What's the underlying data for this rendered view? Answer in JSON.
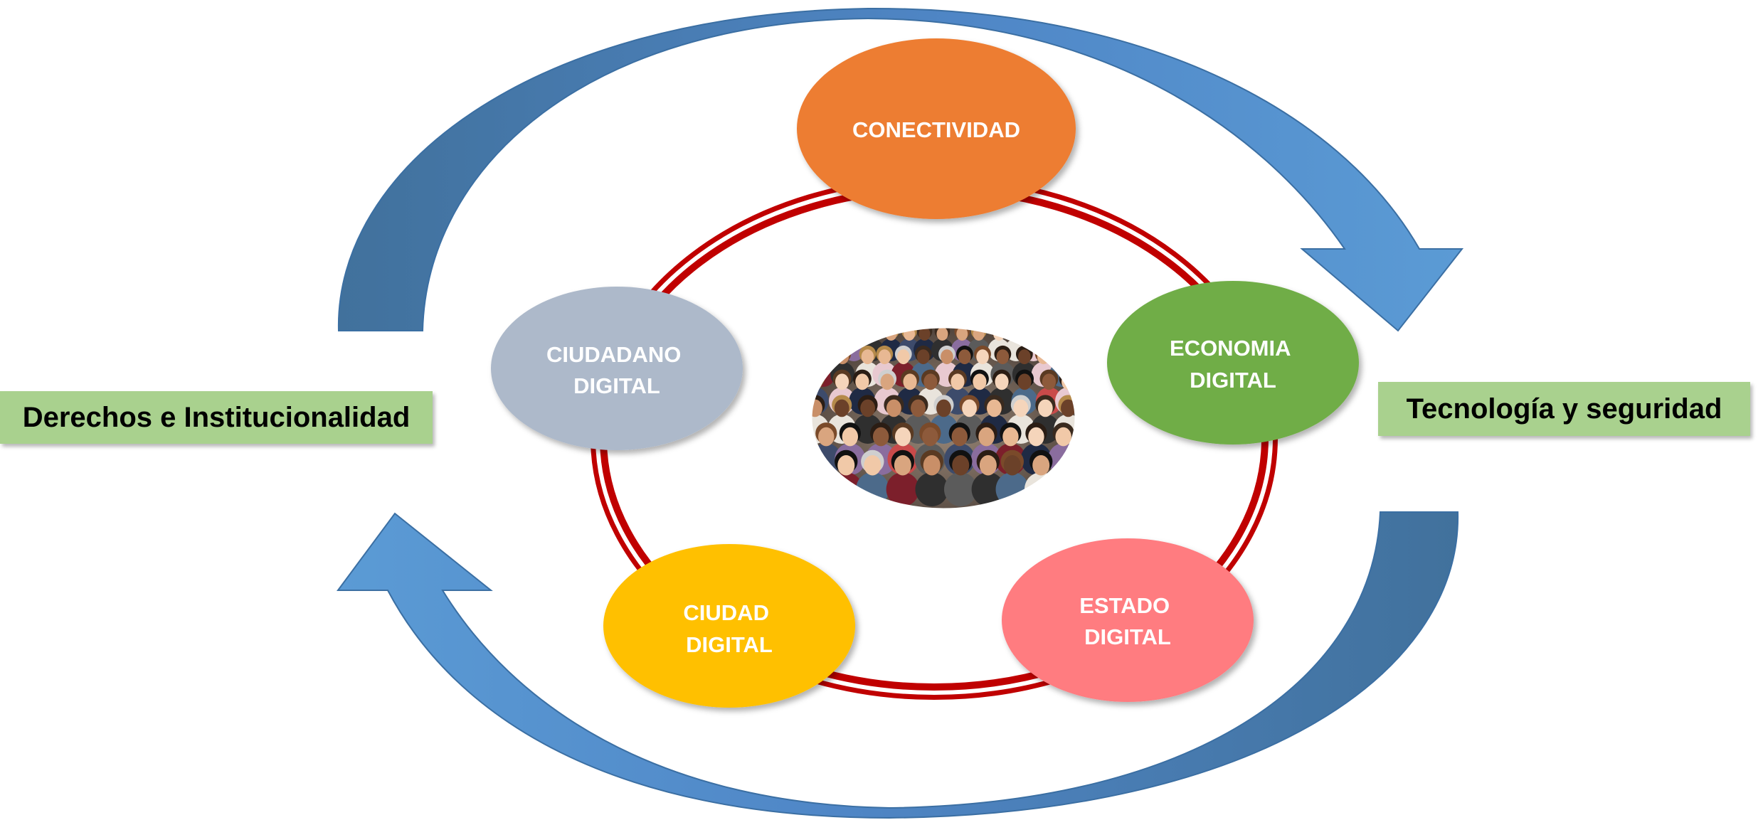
{
  "nodes": {
    "conectividad": {
      "lines": [
        "CONECTIVIDAD"
      ],
      "color": "#ED7D31"
    },
    "economia": {
      "lines": [
        "ECONOMIA",
        "DIGITAL"
      ],
      "color": "#70AD47"
    },
    "estado": {
      "lines": [
        "ESTADO",
        "DIGITAL"
      ],
      "color": "#FF7C80"
    },
    "ciudad": {
      "lines": [
        "CIUDAD",
        "DIGITAL"
      ],
      "color": "#FFC000"
    },
    "ciudadano": {
      "lines": [
        "CIUDADANO",
        "DIGITAL"
      ],
      "color": "#ADB9CA"
    }
  },
  "left_label": {
    "text": "Derechos e Institucionalidad",
    "color": "#A9D18E"
  },
  "right_label": {
    "text": "Tecnología y seguridad",
    "color": "#A9D18E"
  },
  "colors": {
    "ring": "#C00000",
    "arrow_dark": "#41719C",
    "arrow_light": "#5B9BD5"
  },
  "center_image": {
    "icon": "crowd-of-people-photo"
  }
}
